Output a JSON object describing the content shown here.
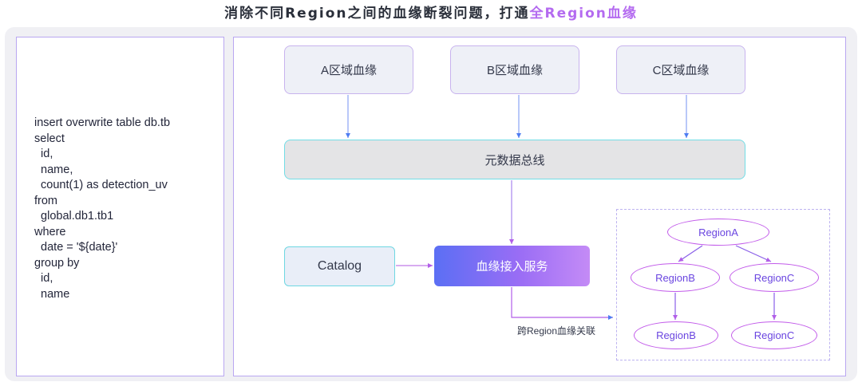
{
  "title": {
    "main": "消除不同Region之间的血缘断裂问题，打通",
    "highlight": "全Region血缘"
  },
  "sql": {
    "lines": [
      "insert overwrite table db.tb",
      "select",
      "  id,",
      "  name,",
      "  count(1) as detection_uv",
      "from",
      "  global.db1.tb1",
      "where",
      "  date = '${date}'",
      "group by",
      "  id,",
      "  name"
    ]
  },
  "diagram": {
    "region_a": "A区域血缘",
    "region_b": "B区域血缘",
    "region_c": "C区域血缘",
    "bus": "元数据总线",
    "catalog": "Catalog",
    "service": "血缘接入服务",
    "cross_label": "跨Region血缘关联",
    "nodes": {
      "root": "RegionA",
      "b1": "RegionB",
      "c1": "RegionC",
      "b2": "RegionB",
      "c2": "RegionC"
    }
  },
  "colors": {
    "highlight": "#b46bf0",
    "panel_border": "#b9a7f1",
    "bus_border": "#72dde6",
    "arrow": "#4e7df2",
    "node_border": "#c25bea"
  }
}
